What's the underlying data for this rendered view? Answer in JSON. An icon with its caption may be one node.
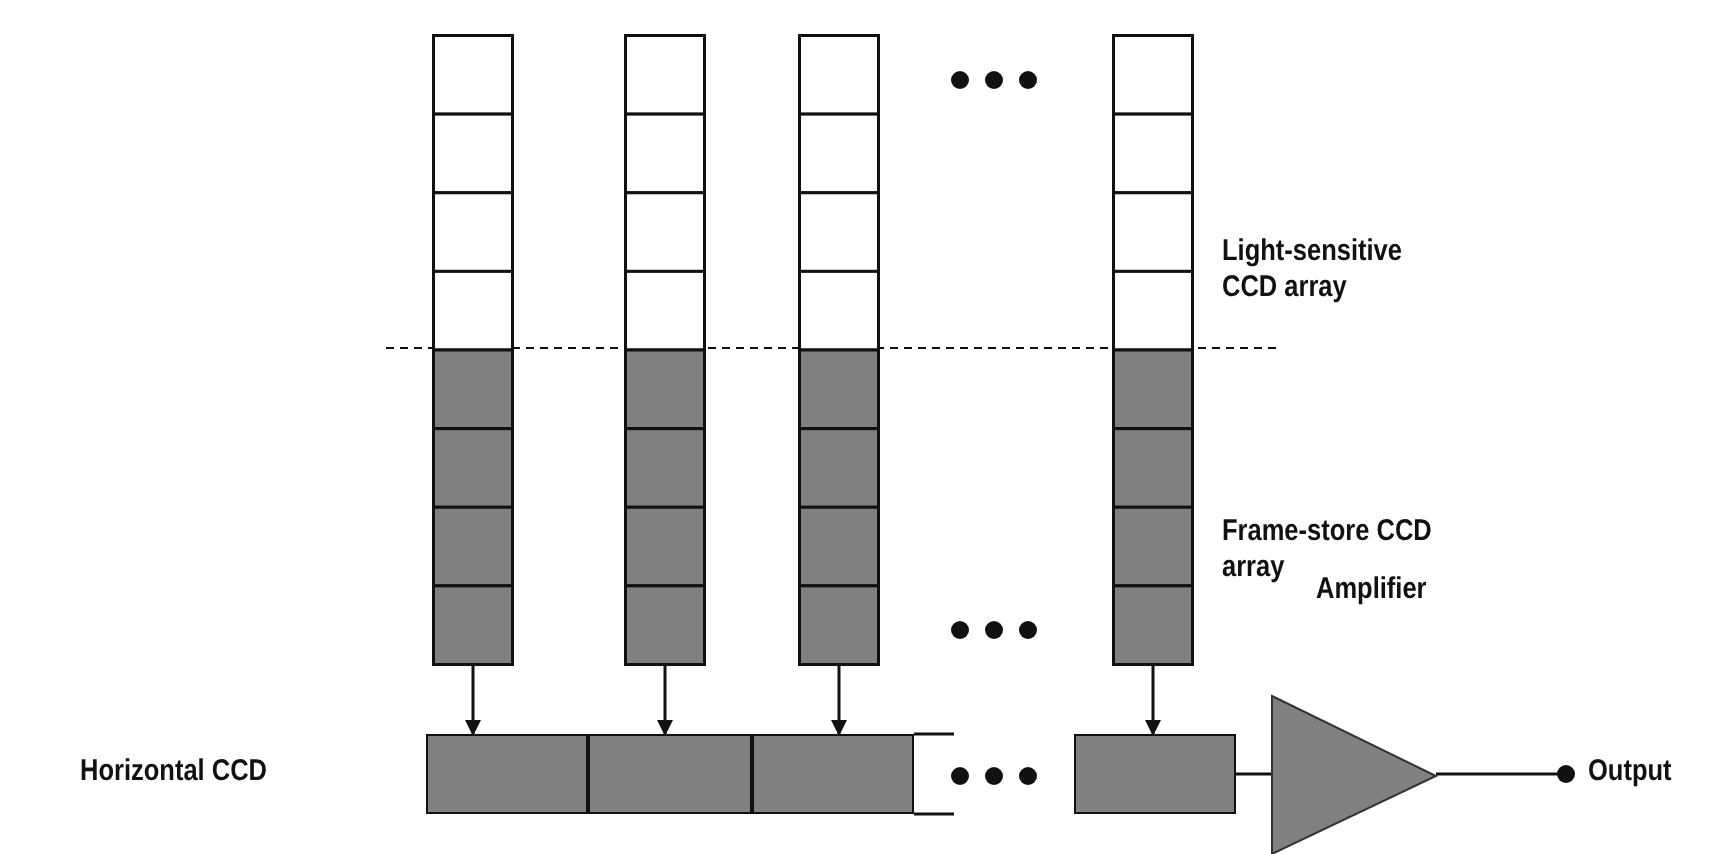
{
  "diagram": {
    "nodes": [
      {
        "text": [],
        "shape": "bar"
      },
      {
        "text": [],
        "shape": "bar"
      },
      {
        "text": [],
        "shape": "bar"
      },
      {
        "text": [],
        "shape": "bar"
      },
      {
        "text": [],
        "shape": "box"
      },
      {
        "text": [],
        "shape": "box"
      },
      {
        "text": [],
        "shape": "box"
      },
      {
        "text": [],
        "shape": "box"
      },
      {
        "text": [
          "Amplifier"
        ]
      },
      {
        "text": [
          "Output"
        ]
      }
    ],
    "edges": [
      {
        "from": 0,
        "to": 4,
        "arrow": "to"
      },
      {
        "from": 1,
        "to": 5,
        "arrow": "to"
      },
      {
        "from": 2,
        "to": 6,
        "arrow": "to"
      },
      {
        "from": 3,
        "to": 7,
        "arrow": "to"
      },
      {
        "from": 7,
        "to": 8,
        "arrow": "none"
      },
      {
        "from": 8,
        "to": 9,
        "arrow": "other"
      }
    ],
    "labels": [
      "Light-sensitive CCD array",
      "Frame-store CCD array",
      "Horizontal CCD"
    ]
  }
}
